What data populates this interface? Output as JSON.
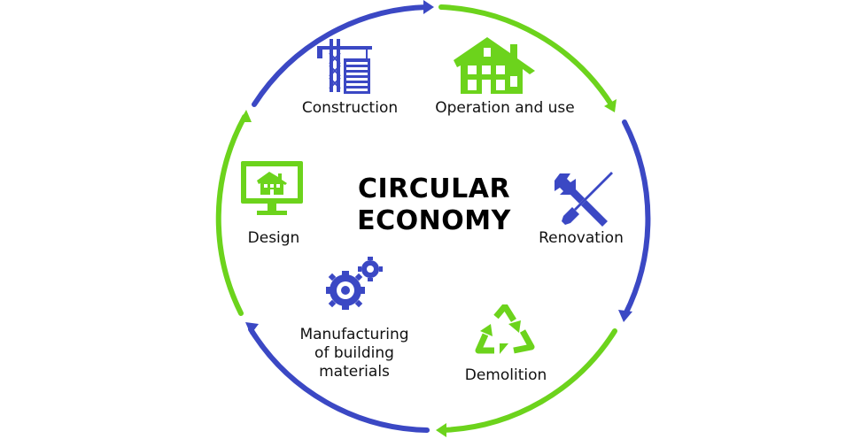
{
  "title": {
    "line1": "CIRCULAR",
    "line2": "ECONOMY"
  },
  "colors": {
    "blue": "#3B48C4",
    "green": "#6CD31C"
  },
  "stages": {
    "construction": {
      "label": "Construction",
      "icon": "crane-building-icon"
    },
    "operation": {
      "label": "Operation and use",
      "icon": "house-icon"
    },
    "renovation": {
      "label": "Renovation",
      "icon": "wrench-screwdriver-icon"
    },
    "demolition": {
      "label": "Demolition",
      "icon": "recycle-icon"
    },
    "manufacturing": {
      "lines": [
        "Manufacturing",
        "of building",
        "materials"
      ],
      "icon": "gears-icon"
    },
    "design": {
      "label": "Design",
      "icon": "monitor-house-icon"
    }
  }
}
